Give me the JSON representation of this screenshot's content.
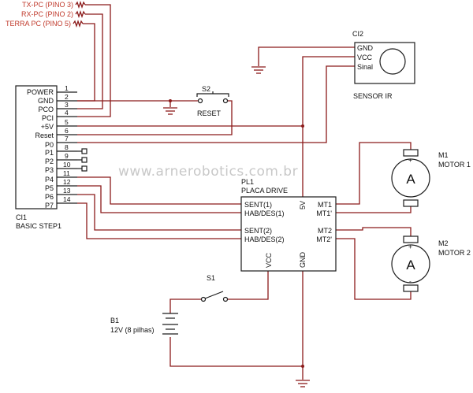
{
  "watermark": "www.arnerobotics.com.br",
  "serial_labels": [
    "TX-PC (PINO 3)",
    "RX-PC (PINO 2)",
    "TERRA PC (PINO 5)"
  ],
  "ci1": {
    "ref": "CI1",
    "name": "BASIC STEP1",
    "pin_labels": [
      "POWER",
      "GND",
      "PCO",
      "PCI",
      "+5V",
      "Reset",
      "P0",
      "P1",
      "P2",
      "P3",
      "P4",
      "P5",
      "P6",
      "P7"
    ],
    "pin_numbers": [
      "1",
      "2",
      "3",
      "4",
      "5",
      "6",
      "7",
      "8",
      "9",
      "10",
      "11",
      "12",
      "13",
      "14"
    ]
  },
  "s2": {
    "ref": "S2",
    "name": "RESET"
  },
  "ci2": {
    "ref": "CI2",
    "name": "SENSOR IR",
    "pins": [
      "GND",
      "VCC",
      "Sinal"
    ]
  },
  "pl1": {
    "ref": "PL1",
    "name": "PLACA DRIVE",
    "left_pins": [
      "SENT(1)",
      "HAB/DES(1)",
      "SENT(2)",
      "HAB/DES(2)"
    ],
    "right_pins": [
      "MT1",
      "MT1'",
      "MT2",
      "MT2'"
    ],
    "top_pin": "5V",
    "bottom_pins": [
      "VCC",
      "GND"
    ]
  },
  "m1": {
    "ref": "M1",
    "name": "MOTOR 1",
    "symbol": "A",
    "plus": "+",
    "minus": "-"
  },
  "m2": {
    "ref": "M2",
    "name": "MOTOR 2",
    "symbol": "A",
    "plus": "+",
    "minus": "-"
  },
  "s1": {
    "ref": "S1"
  },
  "b1": {
    "ref": "B1",
    "name": "12V (8 pilhas)"
  },
  "colors": {
    "wire": "#8b1a1a",
    "serial_text": "#c0392b",
    "outline": "#1c1c1c",
    "watermark": "#c8c8c8"
  }
}
